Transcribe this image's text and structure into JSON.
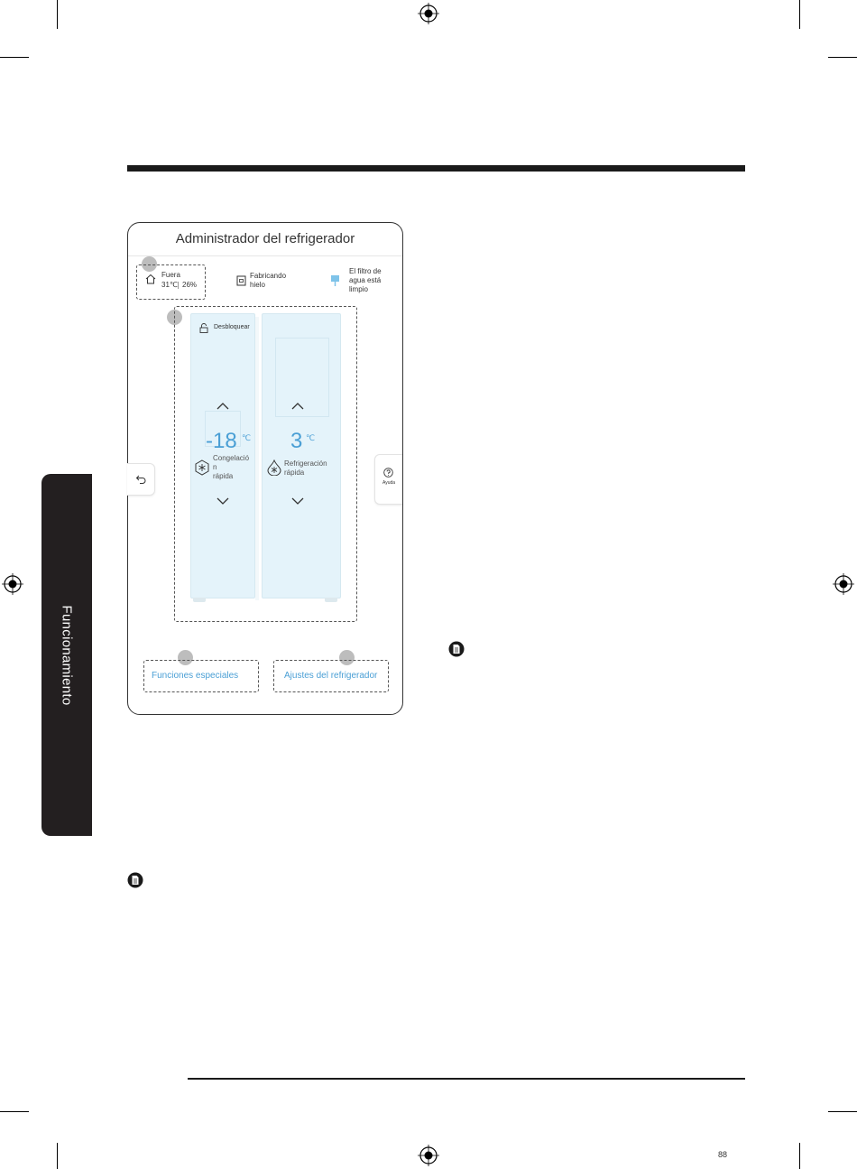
{
  "side_tab": {
    "label": "Funcionamiento"
  },
  "screen": {
    "title": "Administrador del refrigerador",
    "status": {
      "outside_label": "Fuera",
      "outside_temp": "31℃",
      "outside_humidity": "26%",
      "ice_label_1": "Fabricando",
      "ice_label_2": "hielo",
      "filter_label_1": "El filtro de",
      "filter_label_2": "agua está",
      "filter_label_3": "limpio"
    },
    "unlock_label": "Desbloquear",
    "freezer": {
      "temp": "-18",
      "unit": "℃",
      "mode_1": "Congelació",
      "mode_2": "n",
      "mode_3": "rápida"
    },
    "fridge": {
      "temp": "3",
      "unit": "℃",
      "mode_1": "Refrigeración",
      "mode_2": "rápida"
    },
    "help_label": "Ayuda",
    "special_functions": "Funciones especiales",
    "fridge_settings": "Ajustes del refrigerador"
  },
  "footer": {
    "page_code": "88"
  },
  "icons": {
    "home": "home-icon",
    "ice": "ice-maker-icon",
    "filter": "water-filter-icon",
    "lock": "lock-icon",
    "back": "back-arrow-icon",
    "help": "help-icon",
    "note": "note-icon",
    "registration": "registration-mark-icon"
  }
}
